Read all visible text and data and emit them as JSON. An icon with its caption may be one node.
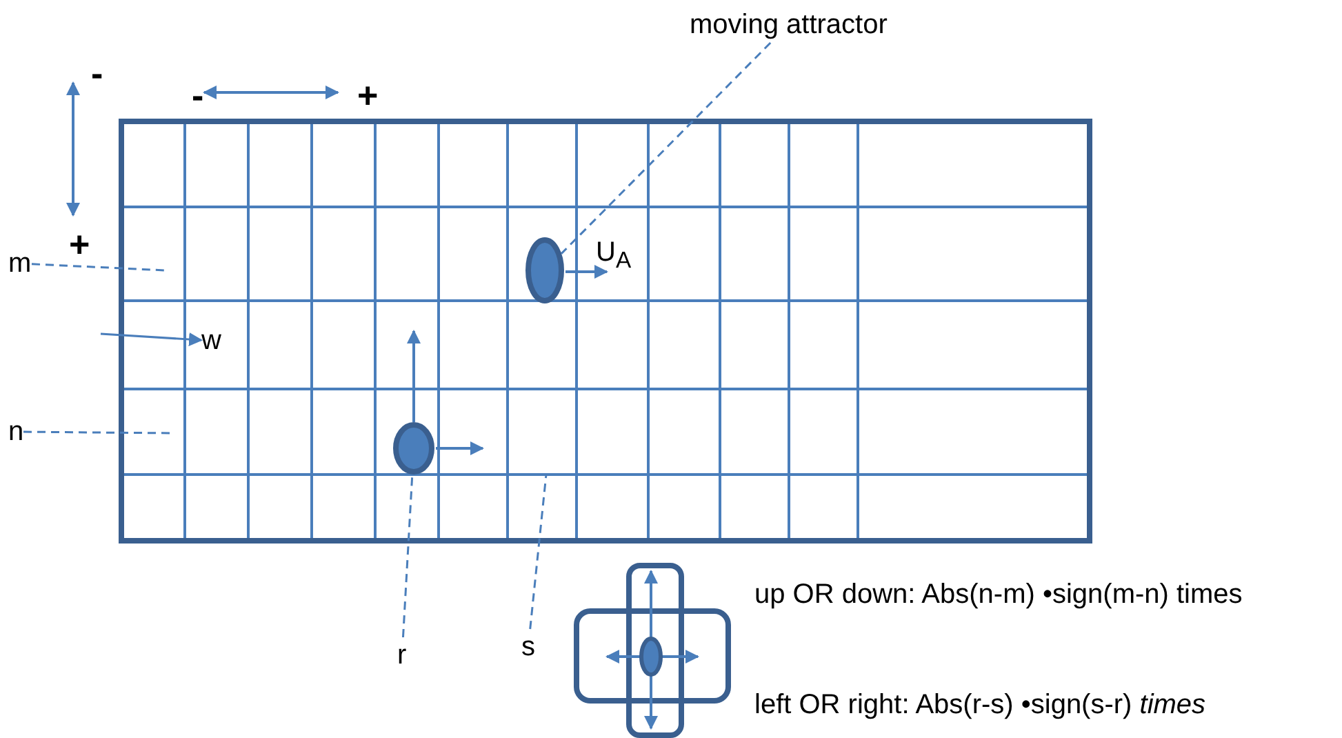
{
  "diagram": {
    "nodes": [
      {
        "text": [
          "moving attractor"
        ]
      },
      {
        "text": [],
        "shape": "ellipse"
      },
      {
        "text": [],
        "shape": "ellipse"
      },
      {
        "text": [
          "m"
        ]
      },
      {
        "text": [
          "n"
        ]
      },
      {
        "text": [
          "r"
        ]
      },
      {
        "text": [
          "s"
        ]
      },
      {
        "text": [
          "w"
        ]
      }
    ],
    "edges": [
      {
        "from": 0,
        "to": 1,
        "arrow": "none",
        "style": "dashed"
      },
      {
        "from": 3,
        "to": null,
        "arrow": "none",
        "style": "dashed"
      },
      {
        "from": 4,
        "to": null,
        "arrow": "none",
        "style": "dashed"
      },
      {
        "from": 5,
        "to": 2,
        "arrow": "none",
        "style": "dashed"
      },
      {
        "from": 6,
        "to": null,
        "arrow": "none",
        "style": "dashed"
      },
      {
        "from": null,
        "to": 7,
        "arrow": "to"
      }
    ],
    "labels": [
      "-",
      "-",
      "+",
      "+",
      "U$_{A}$",
      "up OR down: Abs(n-m) •sign(m-n) times",
      "left OR right: Abs(r-s) •sign(s-r) *times*"
    ]
  }
}
